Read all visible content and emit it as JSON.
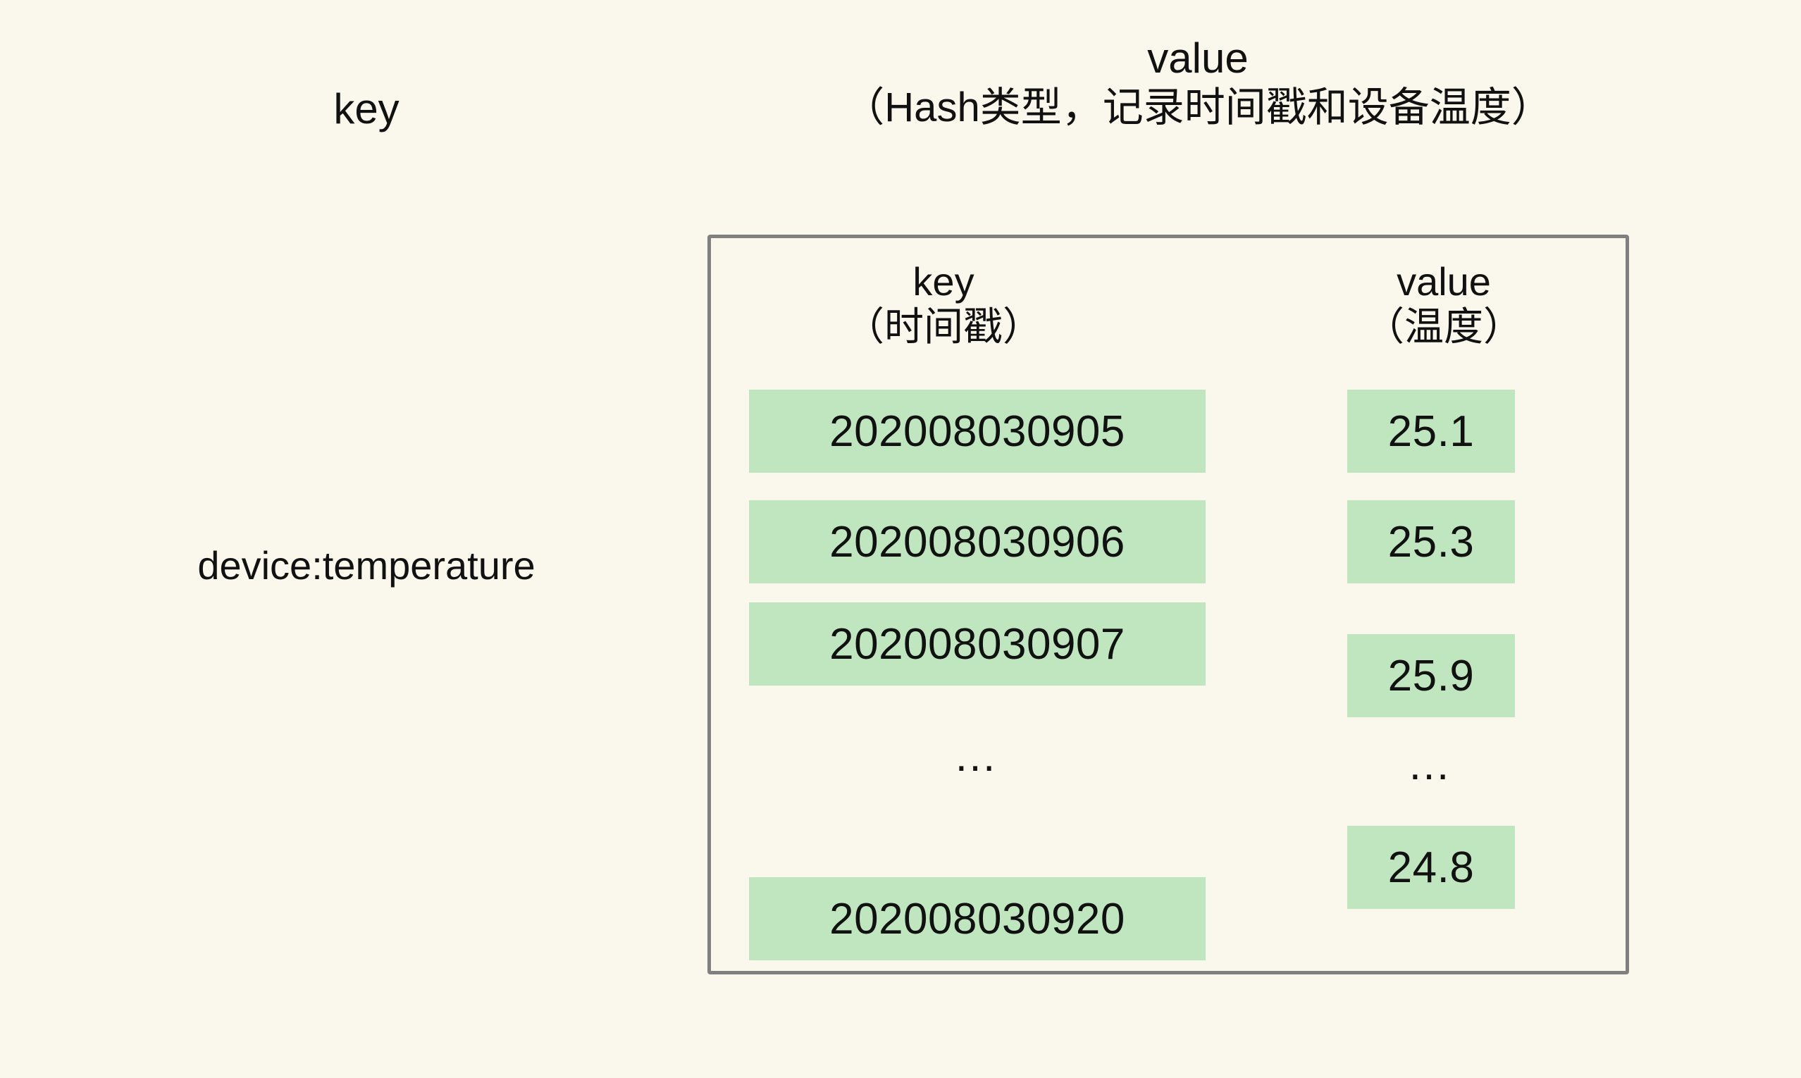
{
  "page": {
    "background_color": "#faf8ec",
    "box_border_color": "#808080",
    "swatch_color": "#c0e6bf",
    "text_color": "#111111"
  },
  "outer": {
    "key_heading": "key",
    "value_heading_line1": "value",
    "value_heading_line2": "（Hash类型，记录时间戳和设备温度）",
    "key_name": "device:temperature"
  },
  "hash_box": {
    "columns": [
      {
        "title": "key",
        "subtitle": "（时间戳）"
      },
      {
        "title": "value",
        "subtitle": "（温度）"
      }
    ],
    "rows": [
      {
        "key": "202008030905",
        "value": "25.1",
        "type": "data"
      },
      {
        "key": "202008030906",
        "value": "25.3",
        "type": "data"
      },
      {
        "key": "202008030907",
        "value": "25.9",
        "type": "data"
      },
      {
        "key": "…",
        "value": "…",
        "type": "ellipsis"
      },
      {
        "key": "202008030920",
        "value": "24.8",
        "type": "data"
      }
    ]
  }
}
